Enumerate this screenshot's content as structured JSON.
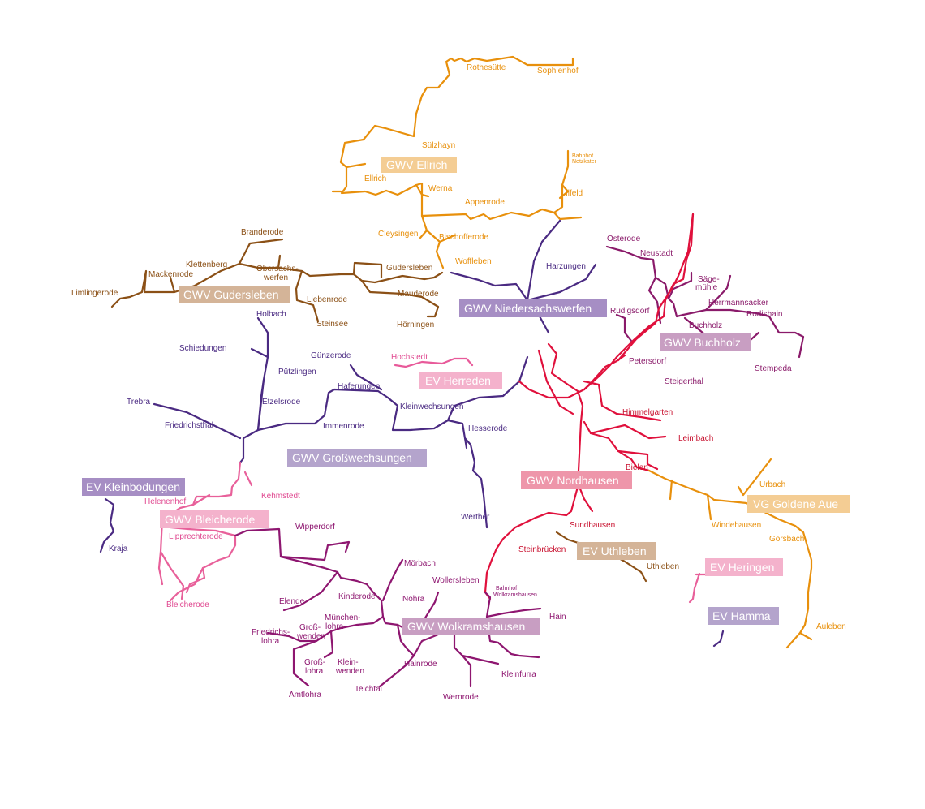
{
  "colors": {
    "ellrich": "#e8900c",
    "gudersleben": "#8b5016",
    "niedersachswerfen": "#4a2a82",
    "nordhausen": "#e0103c",
    "buchholz": "#8a1a6a",
    "wolkramshausen": "#8e1670",
    "bleicherode": "#e8609a",
    "herreden": "#e85a9a"
  },
  "badges": {
    "ellrich": "GWV Ellrich",
    "gudersleben": "GWV Gudersleben",
    "niedersachswerfen": "GWV Niedersachswerfen",
    "buchholz": "GWV Buchholz",
    "herreden": "EV Herreden",
    "grosswechsungen": "GWV Großwechsungen",
    "kleinbodungen": "EV Kleinbodungen",
    "bleicherode": "GWV Bleicherode",
    "nordhausen": "GWV Nordhausen",
    "goldene_aue": "VG Goldene Aue",
    "uthleben": "EV Uthleben",
    "heringen": "EV Heringen",
    "hamma": "EV Hamma",
    "wolkramshausen": "GWV Wolkramshausen"
  },
  "places": {
    "rothesuette": "Rothesütte",
    "sophienhof": "Sophienhof",
    "suelzhayn": "Sülzhayn",
    "bahnhof_netzkater_1": "Bahnhof",
    "bahnhof_netzkater_2": "Netzkater",
    "ellrich": "Ellrich",
    "werna": "Werna",
    "appenrode": "Appenrode",
    "ilfeld": "Ilfeld",
    "cleysingen": "Cleysingen",
    "bischofferode": "Bischofferode",
    "woffleben": "Woffleben",
    "branderode": "Branderode",
    "klettenberg": "Klettenberg",
    "mackenrode": "Mackenrode",
    "limlingerode": "Limlingerode",
    "obersachswerfen_1": "Obersachs-",
    "obersachswerfen_2": "werfen",
    "gudersleben": "Gudersleben",
    "liebenrode": "Liebenrode",
    "mauderode": "Mauderode",
    "steinsee": "Steinsee",
    "hoerningen": "Hörningen",
    "harzungen": "Harzungen",
    "osterode": "Osterode",
    "neustadt": "Neustadt",
    "saegemuehle_1": "Säge-",
    "saegemuehle_2": "mühle",
    "herrmannsacker": "Herrmannsacker",
    "ruedigsdorf": "Rüdigsdorf",
    "rodishain": "Rodishain",
    "buchholz": "Buchholz",
    "petersdorf": "Petersdorf",
    "stempeda": "Stempeda",
    "steigerthal": "Steigerthal",
    "holbach": "Holbach",
    "schiedungen": "Schiedungen",
    "guenzerode": "Günzerode",
    "hochstedt": "Hochstedt",
    "puetzlingen": "Pützlingen",
    "etzelsrode": "Etzelsrode",
    "haferungen": "Haferungen",
    "kleinwechsungen": "Kleinwechsungen",
    "trebra": "Trebra",
    "friedrichsthal": "Friedrichsthal",
    "immenrode": "Immenrode",
    "hesserode": "Hesserode",
    "himmelgarten": "Himmelgarten",
    "leimbach": "Leimbach",
    "bielen": "Bielen",
    "urbach": "Urbach",
    "kehmstedt": "Kehmstedt",
    "helenenhof": "Helenenhof",
    "werther": "Werther",
    "sundhausen": "Sundhausen",
    "windehausen": "Windehausen",
    "goersbach": "Görsbach",
    "kraja": "Kraja",
    "lipprechterode": "Lipprechterode",
    "wipperdorf": "Wipperdorf",
    "steinbruecken": "Steinbrücken",
    "uthleben": "Uthleben",
    "moerbach": "Mörbach",
    "bleicherode": "Bleicherode",
    "wollersleben": "Wollersleben",
    "bahnhof_wolkramshausen_1": "Bahnhof",
    "bahnhof_wolkramshausen_2": "Wolkramshausen",
    "elende": "Elende",
    "kinderode": "Kinderode",
    "nohra": "Nohra",
    "hain": "Hain",
    "aulebe": "Auleben",
    "muenchenlohra_1": "München-",
    "muenchenlohra_2": "lohra",
    "friedrichslohra_1": "Friedrichs-",
    "friedrichslohra_2": "lohra",
    "grosswenden_1": "Groß-",
    "grosswenden_2": "wenden",
    "grosslohra_1": "Groß-",
    "grosslohra_2": "lohra",
    "kleinwenden_1": "Klein-",
    "kleinwenden_2": "wenden",
    "hainrode": "Hainrode",
    "kleinfurra": "Kleinfurra",
    "amtlohra": "Amtlohra",
    "teichtal": "Teichtal",
    "wernrode": "Wernrode"
  }
}
